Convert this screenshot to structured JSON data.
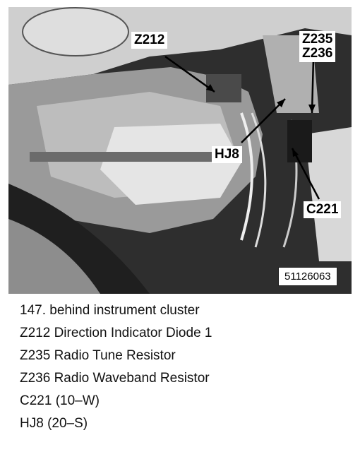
{
  "figure": {
    "callouts": {
      "z212": "Z212",
      "z235": "Z235",
      "z236": "Z236",
      "hj8": "HJ8",
      "c221": "C221"
    },
    "figure_number": "51126063"
  },
  "caption": {
    "title": "147. behind instrument cluster",
    "items": [
      "Z212 Direction Indicator Diode 1",
      "Z235 Radio Tune Resistor",
      "Z236 Radio Waveband Resistor",
      "C221 (10–W)",
      "HJ8 (20–S)"
    ]
  }
}
